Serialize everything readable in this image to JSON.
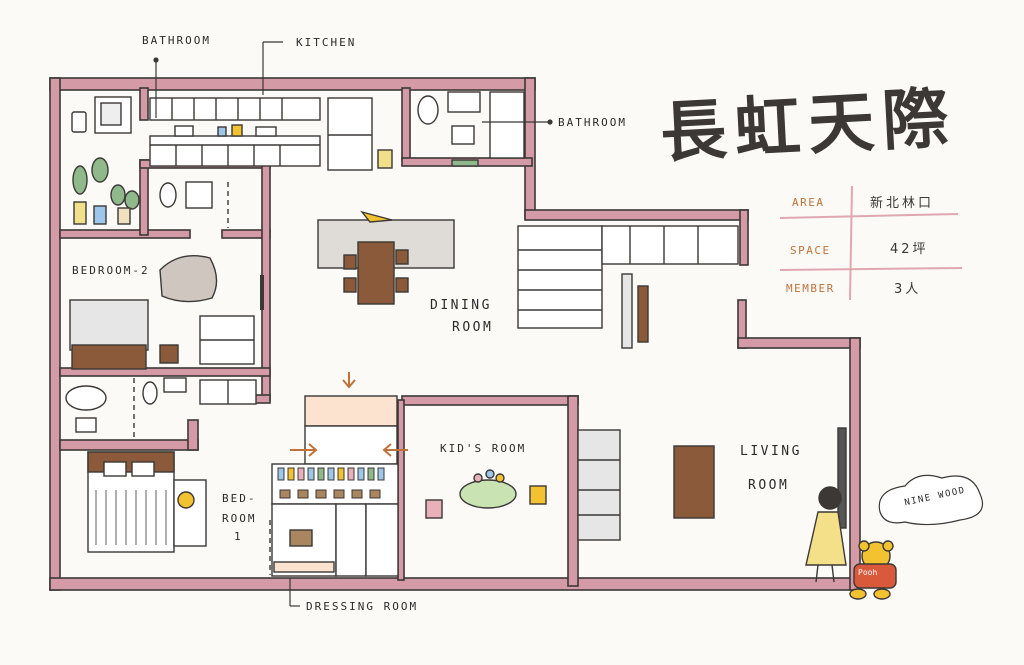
{
  "title": "長虹天際",
  "info": [
    {
      "key": "AREA",
      "value": "新北林口"
    },
    {
      "key": "SPACE",
      "value": "42坪"
    },
    {
      "key": "MEMBER",
      "value": "3人"
    }
  ],
  "rooms": {
    "bathroom_top": "BATHROOM",
    "kitchen": "KITCHEN",
    "bathroom_right": "BATHROOM",
    "bedroom2": "BEDROOM-2",
    "dining": "DINING",
    "dining_room": "ROOM",
    "kids": "KID'S ROOM",
    "living": "LIVING",
    "living_room": "ROOM",
    "bedroom1_a": "BED-",
    "bedroom1_b": "ROOM",
    "bedroom1_c": "1",
    "dressing": "DRESSING ROOM"
  },
  "signature": "NINE WOOD",
  "bear_shirt": "Pooh",
  "colors": {
    "wall": "#d49aa6",
    "wall_outline": "#3b3836",
    "accent": "#c0723a",
    "wood": "#8a5a3a",
    "pooh": "#f2c230",
    "dress": "#f5e08a"
  }
}
